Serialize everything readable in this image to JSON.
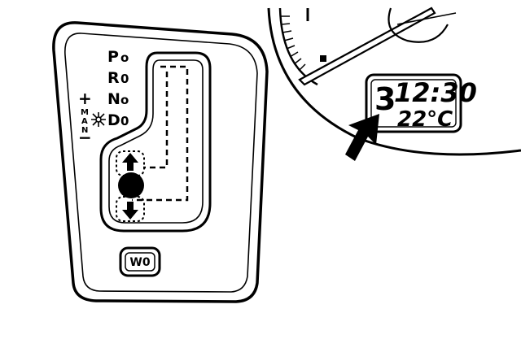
{
  "gear_selector": {
    "positions": [
      {
        "label": "P",
        "indicator": "o"
      },
      {
        "label": "R",
        "indicator": "0"
      },
      {
        "label": "N",
        "indicator": "o"
      },
      {
        "label": "D",
        "indicator": "0"
      }
    ],
    "manual_letters": [
      "M",
      "A",
      "N"
    ],
    "plus_sign": "+",
    "minus_sign": "−"
  },
  "button": {
    "label": "W0"
  },
  "cluster_display": {
    "gear": "3",
    "time": "12:30",
    "temperature": "22°C"
  },
  "colors": {
    "ink": "#000000",
    "paper": "#ffffff"
  }
}
